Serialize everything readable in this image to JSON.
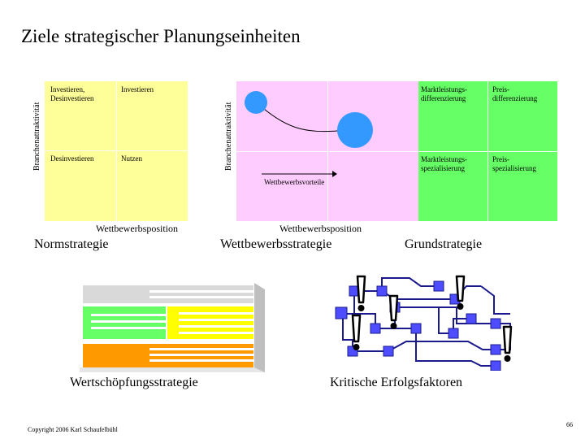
{
  "title": "Ziele strategischer Planungseinheiten",
  "norm": {
    "y_axis_label": "Branchenattraktivität",
    "x_axis_label": "Wettbewerbsposition",
    "cells": [
      "Investieren, Desinvestieren",
      "Investieren",
      "Desinvestieren",
      "Nutzen"
    ],
    "caption": "Normstrategie"
  },
  "competition": {
    "y_axis_label": "Branchenattraktivität",
    "x_axis_label": "Wettbewerbsposition",
    "arrow_label": "Wettbewerbsvorteile",
    "caption": "Wettbewerbsstrategie",
    "colors": {
      "background": "#ffccff",
      "circle": "#3399ff"
    }
  },
  "grund": {
    "cells": [
      "Marktleistungs-differenzierung",
      "Preis-differenzierung",
      "Marktleistungs-spezialisierung",
      "Preis-spezialisierung"
    ],
    "caption": "Grundstrategie",
    "colors": {
      "background": "#66ff66"
    }
  },
  "value_chain": {
    "caption": "Wertschöpfungsstrategie",
    "colors": {
      "gray": "#d9d9d9",
      "green": "#66ff66",
      "yellow": "#ffff00",
      "orange": "#ff9900"
    }
  },
  "csf": {
    "caption": "Kritische Erfolgsfaktoren",
    "colors": {
      "node": "#4d4dff",
      "line": "#1a1a8c"
    }
  },
  "footer": {
    "copyright": "Copyright 2006 Karl Schaufelbühl",
    "page_number": "66"
  }
}
